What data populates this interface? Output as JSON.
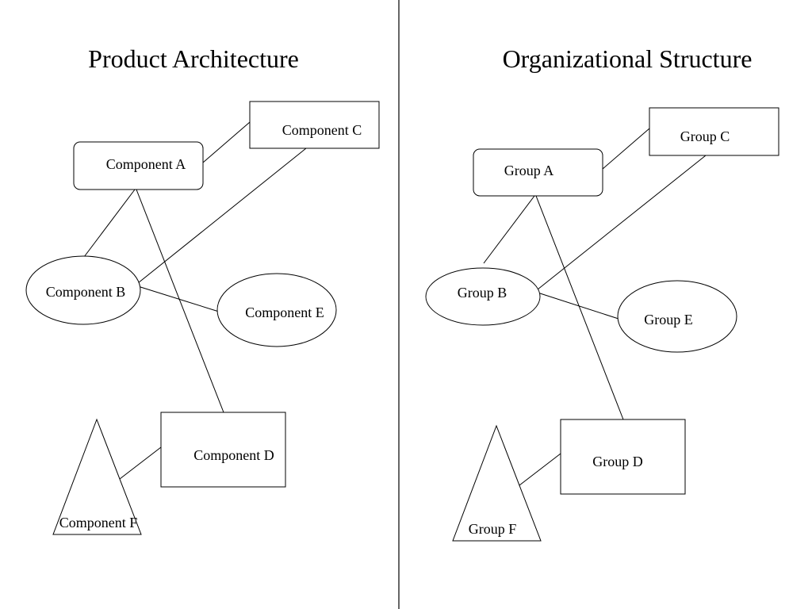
{
  "panels": {
    "left": {
      "title": "Product Architecture",
      "nodes": {
        "a": "Component A",
        "b": "Component B",
        "c": "Component C",
        "d": "Component D",
        "e": "Component E",
        "f": "Component F"
      }
    },
    "right": {
      "title": "Organizational Structure",
      "nodes": {
        "a": "Group A",
        "b": "Group B",
        "c": "Group C",
        "d": "Group D",
        "e": "Group E",
        "f": "Group F"
      }
    }
  }
}
